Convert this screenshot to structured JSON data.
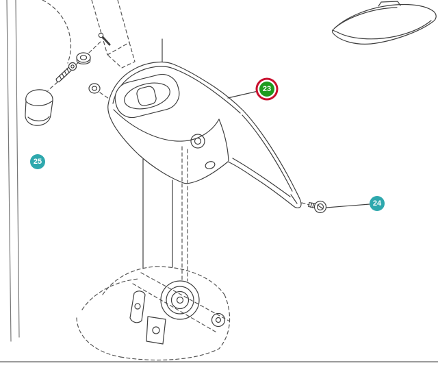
{
  "diagram": {
    "callouts": [
      {
        "label": "23",
        "highlighted": true
      },
      {
        "label": "24",
        "highlighted": false
      },
      {
        "label": "25",
        "highlighted": false
      }
    ],
    "colors": {
      "badge_teal": "#2ea8ad",
      "badge_green": "#1e9b1e",
      "highlight_ring_red": "#c8102e",
      "line_dark": "#3f3f3f",
      "line_light": "#777777"
    }
  }
}
